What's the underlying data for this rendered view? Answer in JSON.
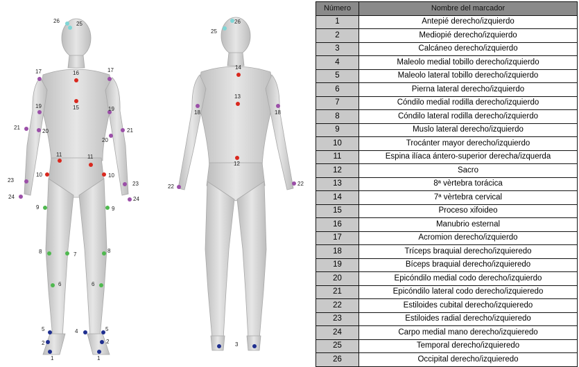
{
  "table": {
    "headers": [
      "Número",
      "Nombre del marcador"
    ],
    "rows": [
      {
        "num": "1",
        "name": "Antepié derecho/izquierdo"
      },
      {
        "num": "2",
        "name": "Mediopié derecho/izquierdo"
      },
      {
        "num": "3",
        "name": "Calcáneo derecho/izquierdo"
      },
      {
        "num": "4",
        "name": "Maleolo medial tobillo derecho/izquierdo"
      },
      {
        "num": "5",
        "name": "Maleolo lateral tobillo derecho/izquierdo"
      },
      {
        "num": "6",
        "name": "Pierna lateral derecho/izquierdo"
      },
      {
        "num": "7",
        "name": "Cóndilo medial rodilla derecho/izquierdo"
      },
      {
        "num": "8",
        "name": "Cóndilo lateral rodilla derecho/izquierdo"
      },
      {
        "num": "9",
        "name": "Muslo lateral derecho/izquierdo"
      },
      {
        "num": "10",
        "name": "Trocánter mayor derecho/izquierdo"
      },
      {
        "num": "11",
        "name": "Espina ilíaca ántero-superior derecha/izquerda"
      },
      {
        "num": "12",
        "name": "Sacro"
      },
      {
        "num": "13",
        "name": "8ª vèrtebra torácica"
      },
      {
        "num": "14",
        "name": "7ª vèrtebra cervical"
      },
      {
        "num": "15",
        "name": "Proceso xifoideo"
      },
      {
        "num": "16",
        "name": "Manubrio esternal"
      },
      {
        "num": "17",
        "name": "Acromion derecho/izquierdo"
      },
      {
        "num": "18",
        "name": "Tríceps braquial derecho/izquieredo"
      },
      {
        "num": "19",
        "name": "Bíceps braquial derecho/izquieredo"
      },
      {
        "num": "20",
        "name": "Epicóndilo medial codo derecho/izquierdo"
      },
      {
        "num": "21",
        "name": "Epicóndilo lateral codo derecho/izquieredo"
      },
      {
        "num": "22",
        "name": "Estiloides cubital derecho/izquieredo"
      },
      {
        "num": "23",
        "name": "Estiloides radial derecho/izquieredo"
      },
      {
        "num": "24",
        "name": "Carpo medial mano derecho/izquieredo"
      },
      {
        "num": "25",
        "name": "Temporal derecho/izquieredo"
      },
      {
        "num": "26",
        "name": "Occipital derecho/izquieredo"
      }
    ]
  },
  "figure": {
    "front_labels": [
      "26",
      "25",
      "17",
      "16",
      "17",
      "19",
      "15",
      "19",
      "21",
      "20",
      "20",
      "21",
      "11",
      "11",
      "10",
      "10",
      "23",
      "23",
      "24",
      "24",
      "9",
      "9",
      "8",
      "7",
      "8",
      "6",
      "6",
      "5",
      "4",
      "5",
      "2",
      "2",
      "1",
      "1"
    ],
    "back_labels": [
      "26",
      "25",
      "14",
      "13",
      "18",
      "18",
      "12",
      "22",
      "22",
      "3"
    ],
    "colors": {
      "cyan": "#7fd6d6",
      "red": "#d9281e",
      "purple": "#9b4fa8",
      "green": "#4fb84f",
      "blue": "#1f2f8f",
      "body": "#d4d4d4",
      "header_bg": "#8a8a8a",
      "number_bg": "#c9c9c9"
    }
  }
}
